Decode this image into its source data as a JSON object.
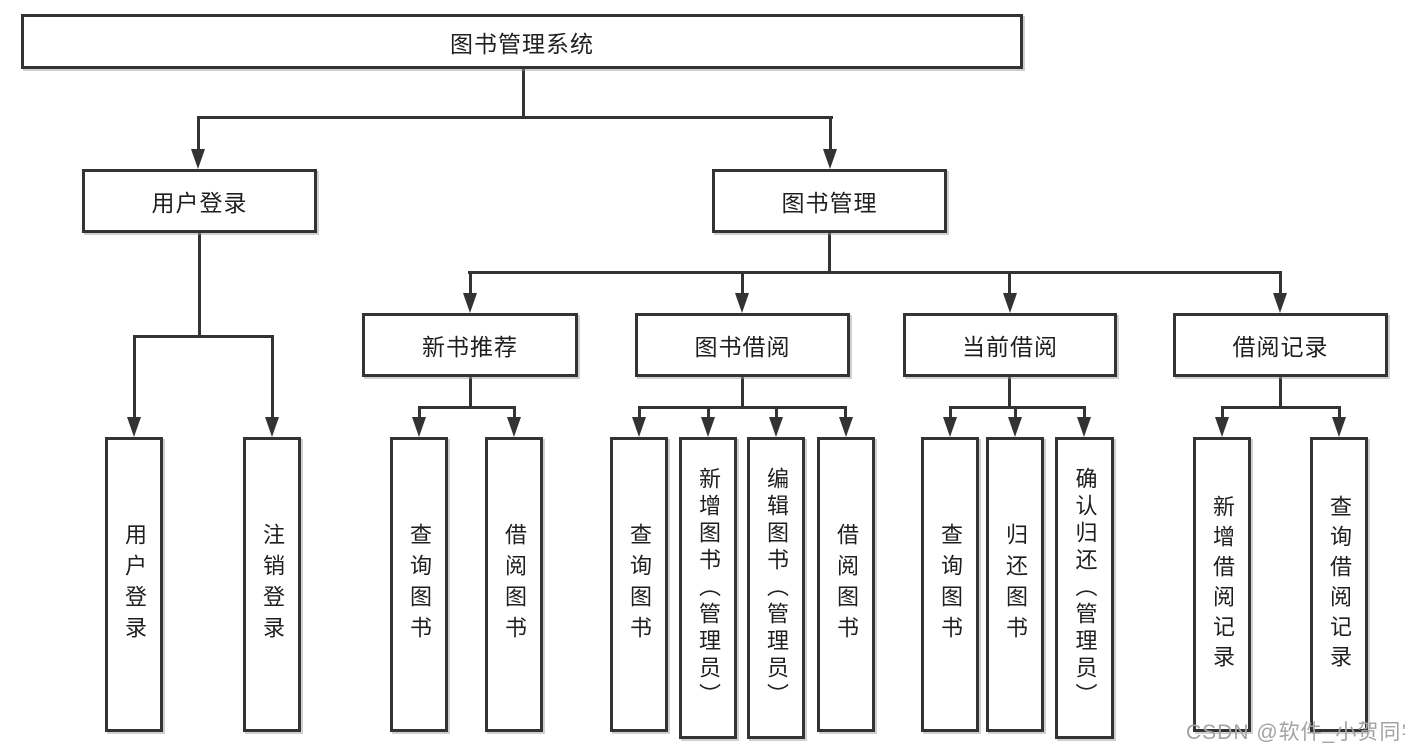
{
  "diagram": {
    "root": {
      "id": "library-management-system",
      "label": "图书管理系统"
    },
    "level1": [
      {
        "id": "user-login",
        "label": "用户登录"
      },
      {
        "id": "book-management",
        "label": "图书管理"
      }
    ],
    "level2": [
      {
        "id": "new-book-recommend",
        "label": "新书推荐"
      },
      {
        "id": "book-borrow",
        "label": "图书借阅"
      },
      {
        "id": "current-borrow",
        "label": "当前借阅"
      },
      {
        "id": "borrow-records",
        "label": "借阅记录"
      }
    ],
    "leaves": [
      {
        "id": "leaf-user-login",
        "label": "用户登录",
        "parent": "user-login"
      },
      {
        "id": "leaf-logout",
        "label": "注销登录",
        "parent": "user-login"
      },
      {
        "id": "leaf-query-books-1",
        "label": "查询图书",
        "parent": "new-book-recommend"
      },
      {
        "id": "leaf-borrow-books-1",
        "label": "借阅图书",
        "parent": "new-book-recommend"
      },
      {
        "id": "leaf-query-books-2",
        "label": "查询图书",
        "parent": "book-borrow"
      },
      {
        "id": "leaf-add-books-admin",
        "label": "新增图书（管理员）",
        "parent": "book-borrow"
      },
      {
        "id": "leaf-edit-books-admin",
        "label": "编辑图书（管理员）",
        "parent": "book-borrow"
      },
      {
        "id": "leaf-borrow-books-2",
        "label": "借阅图书",
        "parent": "book-borrow"
      },
      {
        "id": "leaf-query-books-3",
        "label": "查询图书",
        "parent": "current-borrow"
      },
      {
        "id": "leaf-return-books",
        "label": "归还图书",
        "parent": "current-borrow"
      },
      {
        "id": "leaf-confirm-return-admin",
        "label": "确认归还（管理员）",
        "parent": "current-borrow"
      },
      {
        "id": "leaf-add-borrow-record",
        "label": "新增借阅记录",
        "parent": "borrow-records"
      },
      {
        "id": "leaf-query-borrow-record",
        "label": "查询借阅记录",
        "parent": "borrow-records"
      }
    ]
  },
  "watermark": {
    "text": "CSDN @软件_小贺同学"
  },
  "colors": {
    "line": "#333333",
    "text": "#1f1f1f",
    "watermark": "#a3a3a3",
    "background": "#ffffff"
  }
}
